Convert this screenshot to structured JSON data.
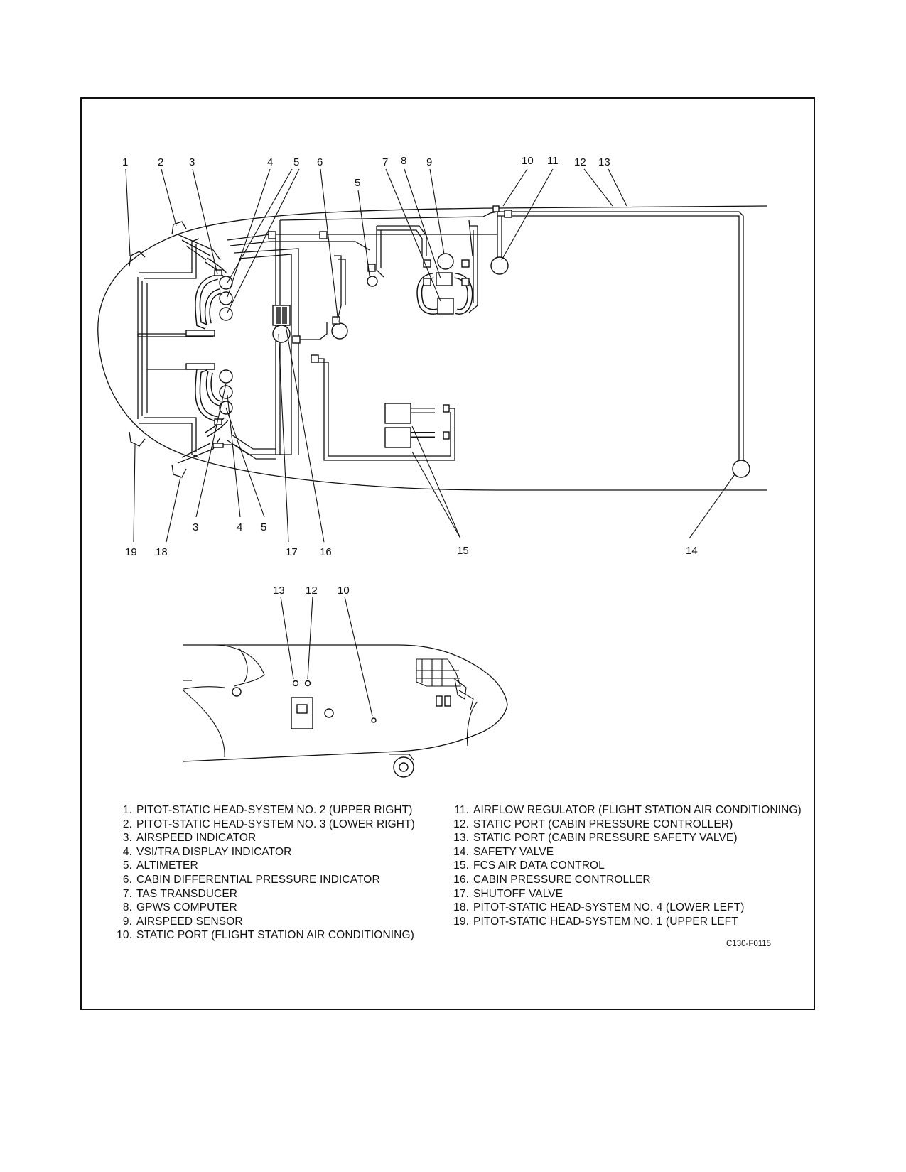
{
  "callouts": {
    "top": {
      "c1": "1",
      "c2": "2",
      "c3": "3",
      "c4": "4",
      "c5": "5",
      "c6": "6",
      "c5b": "5",
      "c7": "7",
      "c8": "8",
      "c9": "9",
      "c10": "10",
      "c11": "11",
      "c12": "12",
      "c13": "13"
    },
    "bottom": {
      "c3": "3",
      "c4": "4",
      "c5": "5",
      "c19": "19",
      "c18": "18",
      "c17": "17",
      "c16": "16",
      "c15": "15",
      "c14": "14"
    },
    "profile": {
      "c13": "13",
      "c12": "12",
      "c10": "10"
    }
  },
  "legend": {
    "left": [
      {
        "num": "1.",
        "text": "PITOT-STATIC HEAD-SYSTEM NO. 2 (UPPER RIGHT)"
      },
      {
        "num": "2.",
        "text": "PITOT-STATIC HEAD-SYSTEM NO. 3 (LOWER RIGHT)"
      },
      {
        "num": "3.",
        "text": "AIRSPEED INDICATOR"
      },
      {
        "num": "4.",
        "text": "VSI/TRA DISPLAY INDICATOR"
      },
      {
        "num": "5.",
        "text": "ALTIMETER"
      },
      {
        "num": "6.",
        "text": "CABIN DIFFERENTIAL PRESSURE INDICATOR"
      },
      {
        "num": "7.",
        "text": "TAS TRANSDUCER"
      },
      {
        "num": "8.",
        "text": "GPWS COMPUTER"
      },
      {
        "num": "9.",
        "text": "AIRSPEED SENSOR"
      },
      {
        "num": "10.",
        "text": "STATIC PORT (FLIGHT STATION AIR CONDITIONING)"
      }
    ],
    "right": [
      {
        "num": "11.",
        "text": "AIRFLOW REGULATOR (FLIGHT STATION AIR CONDITIONING)"
      },
      {
        "num": "12.",
        "text": "STATIC PORT (CABIN PRESSURE CONTROLLER)"
      },
      {
        "num": "13.",
        "text": "STATIC PORT (CABIN PRESSURE SAFETY VALVE)"
      },
      {
        "num": "14.",
        "text": "SAFETY VALVE"
      },
      {
        "num": "15.",
        "text": "FCS AIR DATA CONTROL"
      },
      {
        "num": "16.",
        "text": "CABIN PRESSURE CONTROLLER"
      },
      {
        "num": "17.",
        "text": "SHUTOFF VALVE"
      },
      {
        "num": "18.",
        "text": "PITOT-STATIC HEAD-SYSTEM NO. 4 (LOWER LEFT)"
      },
      {
        "num": "19.",
        "text": "PITOT-STATIC HEAD-SYSTEM NO. 1 (UPPER LEFT"
      }
    ]
  },
  "figure_id": "C130-F0115"
}
